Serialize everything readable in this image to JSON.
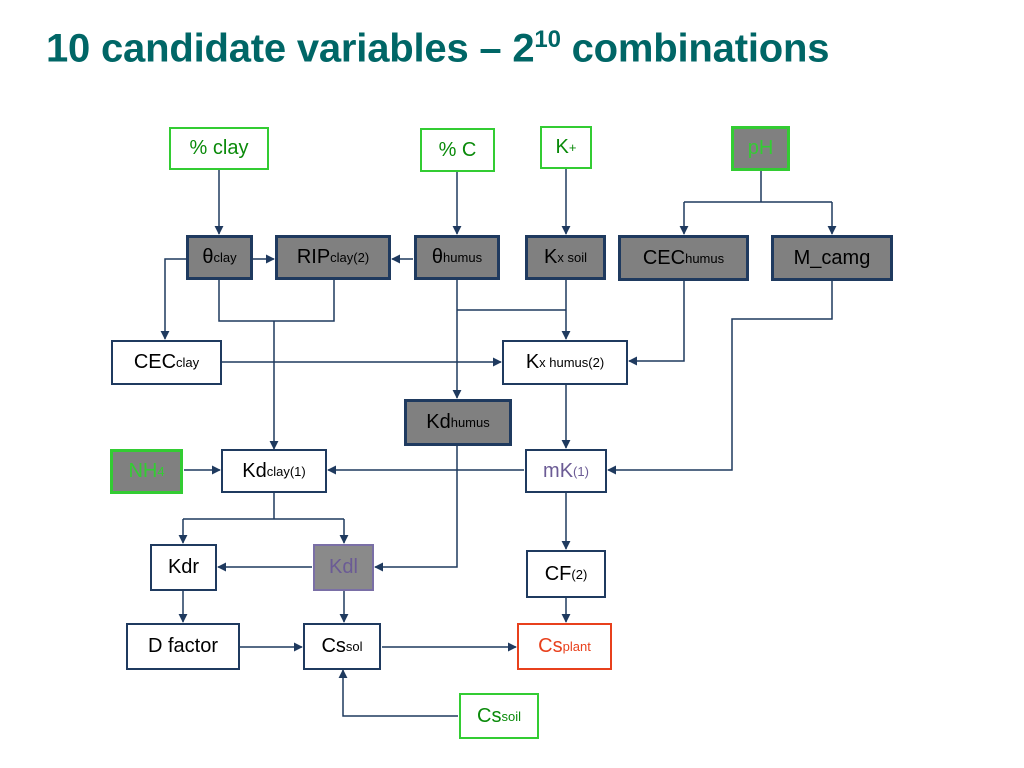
{
  "title": {
    "main": "10 candidate variables – 2",
    "exponent": "10",
    "tail": " combinations"
  },
  "nodes": {
    "pct_clay": {
      "label": "% clay"
    },
    "pct_c": {
      "label": "% C"
    },
    "k_plus": {
      "base": "K",
      "sup": "+"
    },
    "ph": {
      "label": "pH"
    },
    "theta_clay": {
      "base": "θ",
      "sub": "clay"
    },
    "rip_clay": {
      "base": "RIP",
      "sub": "clay",
      "sup": "(2)"
    },
    "theta_humus": {
      "base": "θ",
      "sub": "humus"
    },
    "kx_soil": {
      "base": "K",
      "sub": "x soil"
    },
    "cec_humus": {
      "base": "CEC",
      "sub": "humus"
    },
    "m_camg": {
      "label": "M_camg"
    },
    "cec_clay": {
      "base": "CEC",
      "sub": "clay"
    },
    "kx_humus": {
      "base": "K",
      "sub": "x humus",
      "sup": "(2)"
    },
    "kd_humus": {
      "base": "Kd",
      "sub": "humus"
    },
    "nh4": {
      "base": "NH",
      "sub": "4"
    },
    "kd_clay": {
      "base": "Kd",
      "sub": "clay",
      "sup": "(1)"
    },
    "mk": {
      "base": "mK",
      "sup": "(1)"
    },
    "kdr": {
      "label": "Kdr"
    },
    "kdl": {
      "label": "Kdl"
    },
    "cf": {
      "base": "CF",
      "sup": "(2)"
    },
    "d_factor": {
      "label": "D factor"
    },
    "cs_sol": {
      "base": "Cs",
      "sub": "sol"
    },
    "cs_plant": {
      "base": "Cs",
      "sub": "plant"
    },
    "cs_soil": {
      "base": "Cs",
      "sub": "soil"
    }
  },
  "colors": {
    "title": "#006666",
    "line": "#1f3a5f",
    "input_border": "#33cc33",
    "node_fill": "#808080",
    "output": "#e8401c",
    "purple_text": "#6b5b95"
  }
}
